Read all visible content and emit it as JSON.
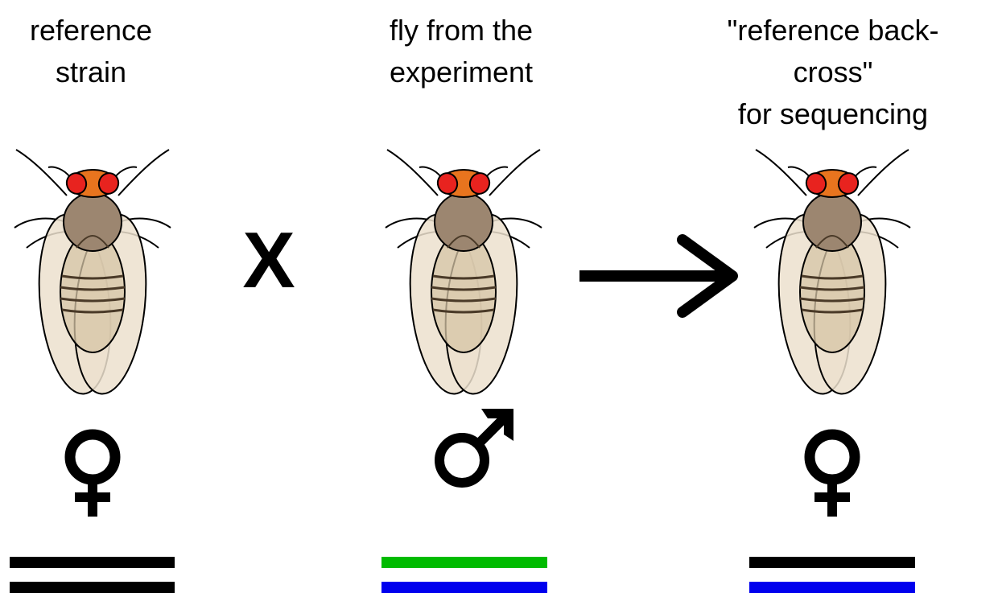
{
  "columns": [
    {
      "label_lines": [
        "reference",
        "strain"
      ],
      "sex": "female",
      "sex_icon": "female-symbol-icon",
      "chromosome_colors": [
        "#000000",
        "#000000"
      ]
    },
    {
      "label_lines": [
        "fly from the",
        "experiment"
      ],
      "sex": "male",
      "sex_icon": "male-symbol-icon",
      "chromosome_colors": [
        "#00bb00",
        "#0000ee"
      ]
    },
    {
      "label_lines": [
        "\"reference back-cross\"",
        "for sequencing"
      ],
      "sex": "female",
      "sex_icon": "female-symbol-icon",
      "chromosome_colors": [
        "#000000",
        "#0000ee"
      ]
    }
  ],
  "cross_symbol": "X",
  "arrow_icon": "right-arrow-icon",
  "colors": {
    "eye": "#e8231f",
    "head": "#e8741e",
    "thorax": "#9c8670",
    "abdomen": "#d6c4a6",
    "wing": "#ece0ce",
    "outline": "#000000"
  }
}
